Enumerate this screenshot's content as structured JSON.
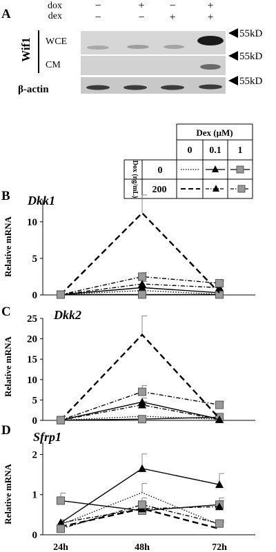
{
  "panels": {
    "A": {
      "letter": "A",
      "conditions": [
        {
          "label": "dox",
          "values": [
            "−",
            "+",
            "−",
            "+"
          ]
        },
        {
          "label": "dex",
          "values": [
            "−",
            "−",
            "+",
            "+"
          ]
        }
      ],
      "protein": "Wif1",
      "rows": [
        "WCE",
        "CM",
        "β-actin"
      ],
      "size_marker": "55kD"
    },
    "B": {
      "letter": "B",
      "gene": "Dkk1"
    },
    "C": {
      "letter": "C",
      "gene": "Dkk2"
    },
    "D": {
      "letter": "D",
      "gene": "Sfrp1"
    }
  },
  "legend": {
    "dex_header": "Dex (μM)",
    "dex_values": [
      "0",
      "0.1",
      "1"
    ],
    "dox_header": "Dox (ng/mL)",
    "dox_values": [
      "0",
      "200"
    ]
  },
  "colors": {
    "square_fill": "#999999",
    "line": "#000000"
  },
  "chart_data": [
    {
      "type": "line",
      "title": "Dkk1",
      "ylabel": "Relative mRNA",
      "x": [
        "24h",
        "48h",
        "72h"
      ],
      "ylim": [
        0,
        13
      ],
      "yticks": [
        0,
        5,
        10
      ],
      "series": [
        {
          "dox": "0",
          "dex": "0",
          "line": "dotted",
          "marker": "none",
          "values": [
            0.05,
            0.6,
            0.1
          ]
        },
        {
          "dox": "0",
          "dex": "0.1",
          "line": "solid",
          "marker": "triangle",
          "values": [
            0.05,
            1.0,
            0.3
          ]
        },
        {
          "dox": "0",
          "dex": "1",
          "line": "solid",
          "marker": "square",
          "values": [
            0.05,
            0.05,
            0.05
          ]
        },
        {
          "dox": "200",
          "dex": "0",
          "line": "long-dash",
          "marker": "none",
          "values": [
            0.05,
            11.2,
            0.3
          ]
        },
        {
          "dox": "200",
          "dex": "0.1",
          "line": "dash-dot",
          "marker": "triangle",
          "values": [
            0.05,
            1.5,
            1.0
          ]
        },
        {
          "dox": "200",
          "dex": "1",
          "line": "dash-dot",
          "marker": "square",
          "values": [
            0.05,
            2.5,
            1.6
          ]
        }
      ]
    },
    {
      "type": "line",
      "title": "Dkk2",
      "ylabel": "Relative mRNA",
      "x": [
        "24h",
        "48h",
        "72h"
      ],
      "ylim": [
        0,
        25
      ],
      "yticks": [
        0,
        5,
        10,
        15,
        20,
        25
      ],
      "series": [
        {
          "dox": "0",
          "dex": "0",
          "line": "dotted",
          "marker": "none",
          "values": [
            0.05,
            1.0,
            0.3
          ]
        },
        {
          "dox": "0",
          "dex": "0.1",
          "line": "solid",
          "marker": "triangle",
          "values": [
            0.05,
            4.5,
            0.3
          ]
        },
        {
          "dox": "0",
          "dex": "1",
          "line": "solid",
          "marker": "square",
          "values": [
            0.05,
            0.3,
            0.8
          ]
        },
        {
          "dox": "200",
          "dex": "0",
          "line": "long-dash",
          "marker": "none",
          "values": [
            0.05,
            21.0,
            0.5
          ]
        },
        {
          "dox": "200",
          "dex": "0.1",
          "line": "dash-dot",
          "marker": "triangle",
          "values": [
            0.05,
            3.8,
            0.2
          ]
        },
        {
          "dox": "200",
          "dex": "1",
          "line": "dash-dot",
          "marker": "square",
          "values": [
            0.05,
            7.0,
            3.8
          ]
        }
      ]
    },
    {
      "type": "line",
      "title": "Sfrp1",
      "ylabel": "Relative mRNA",
      "x": [
        "24h",
        "48h",
        "72h"
      ],
      "ylim": [
        0,
        2.3
      ],
      "yticks": [
        0,
        1,
        2
      ],
      "series": [
        {
          "dox": "0",
          "dex": "0",
          "line": "dotted",
          "marker": "none",
          "values": [
            0.25,
            1.05,
            0.25
          ]
        },
        {
          "dox": "0",
          "dex": "0.1",
          "line": "solid",
          "marker": "triangle",
          "values": [
            0.3,
            1.65,
            1.25
          ]
        },
        {
          "dox": "0",
          "dex": "1",
          "line": "solid",
          "marker": "square",
          "values": [
            0.85,
            0.6,
            0.75
          ]
        },
        {
          "dox": "200",
          "dex": "0",
          "line": "long-dash",
          "marker": "none",
          "values": [
            0.2,
            0.65,
            0.15
          ]
        },
        {
          "dox": "200",
          "dex": "0.1",
          "line": "dash-dot",
          "marker": "triangle",
          "values": [
            0.3,
            0.65,
            0.7
          ]
        },
        {
          "dox": "200",
          "dex": "1",
          "line": "dash-dot",
          "marker": "square",
          "values": [
            0.15,
            0.75,
            0.28
          ]
        }
      ]
    }
  ]
}
